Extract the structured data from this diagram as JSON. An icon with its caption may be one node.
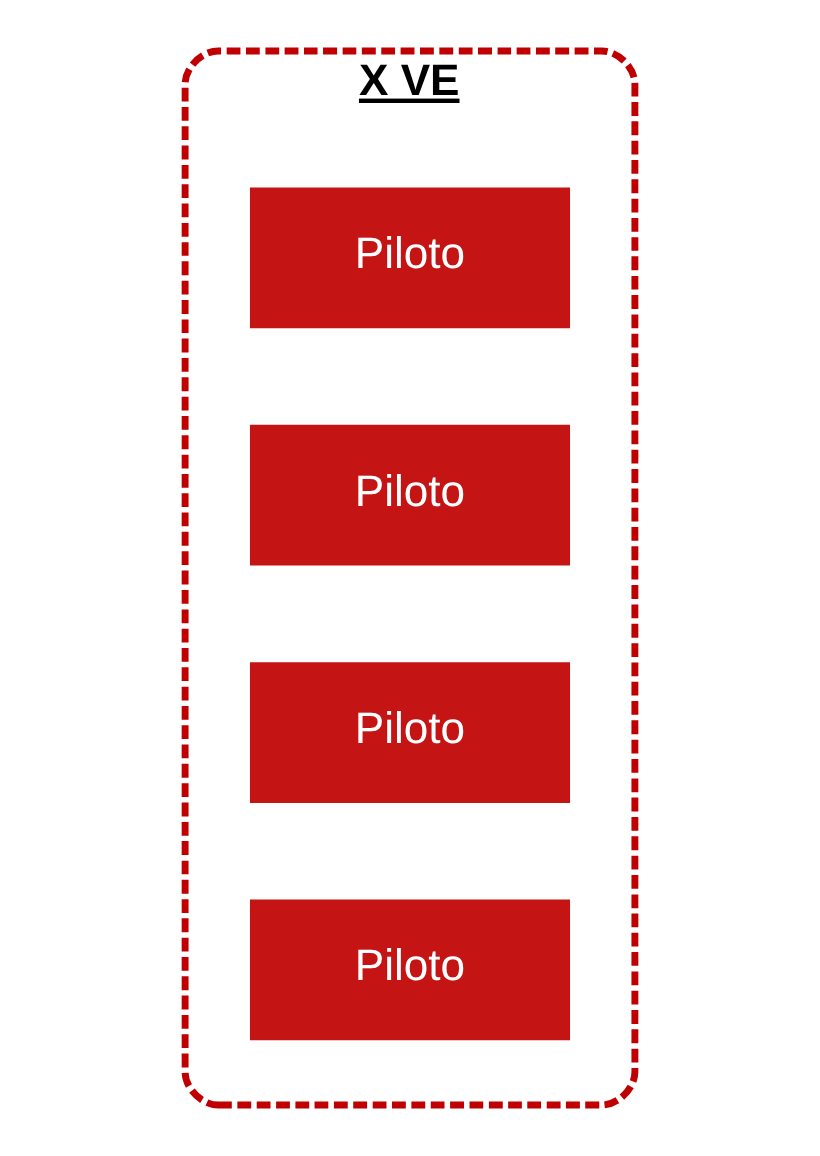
{
  "diagram": {
    "nodes": [
      {
        "text": [
          "X VE"
        ]
      },
      {
        "text": [
          "Piloto"
        ],
        "in": 0
      },
      {
        "text": [
          "Piloto"
        ],
        "in": 0
      },
      {
        "text": [
          "Piloto"
        ],
        "in": 0
      },
      {
        "text": [
          "Piloto"
        ],
        "in": 0
      }
    ],
    "edges": []
  }
}
